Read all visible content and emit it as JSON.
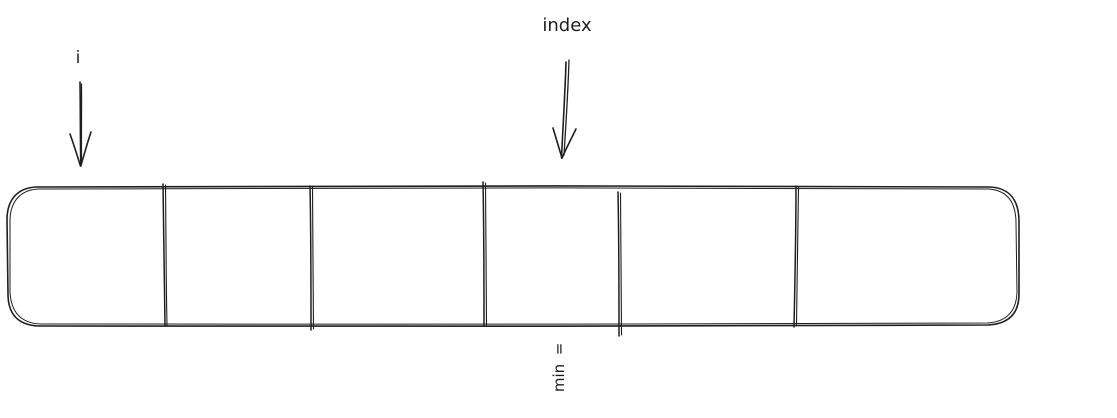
{
  "labels": {
    "i_pointer": "i",
    "index_pointer": "index",
    "min_annotation": "min",
    "equals_mark": "="
  },
  "array": {
    "cell_count": 6
  },
  "colors": {
    "ink": "#1e1e1e",
    "background": "#ffffff"
  }
}
